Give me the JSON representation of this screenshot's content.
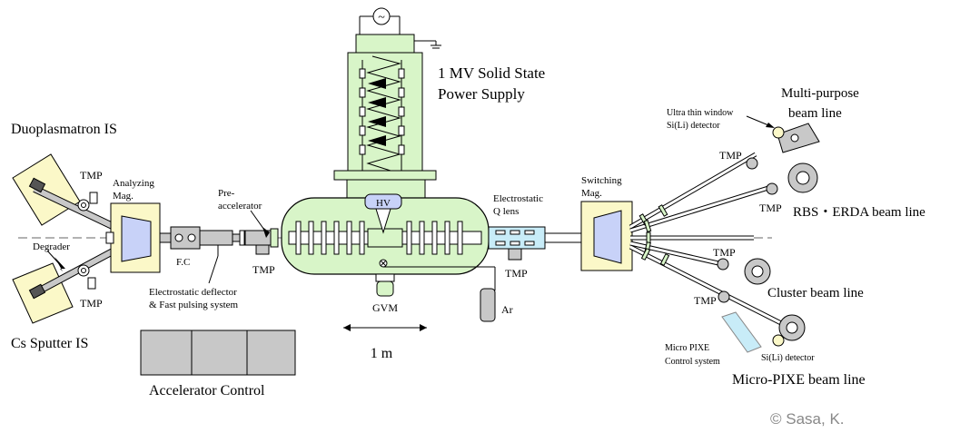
{
  "labels": {
    "power_supply_line1": "1 MV Solid State",
    "power_supply_line2": "Power Supply",
    "duoplasmatron": "Duoplasmatron IS",
    "cs_sputter": "Cs Sputter IS",
    "tmp": "TMP",
    "analyzing_line1": "Analyzing",
    "analyzing_line2": "Mag.",
    "degrader": "Degrader",
    "fc": "F.C",
    "preacc_line1": "Pre-",
    "preacc_line2": "accelerator",
    "deflector_line1": "Electrostatic deflector",
    "deflector_line2": "& Fast pulsing system",
    "hv": "HV",
    "gvm": "GVM",
    "ar": "Ar",
    "scale": "1 m",
    "esq_line1": "Electrostatic",
    "esq_line2": "Q lens",
    "switching_line1": "Switching",
    "switching_line2": "Mag.",
    "ultra_line1": "Ultra thin window",
    "ultra_line2": "Si(Li) detector",
    "multipurpose_line1": "Multi-purpose",
    "multipurpose_line2": "beam line",
    "rbs": "RBS・ERDA beam line",
    "cluster": "Cluster beam line",
    "micropixe_ctrl_line1": "Micro PIXE",
    "micropixe_ctrl_line2": "Control system",
    "sili": "Si(Li) detector",
    "micropixe": "Micro-PIXE beam line",
    "accelerator_control": "Accelerator Control",
    "copyright": "© Sasa, K.",
    "ac_symbol": "~"
  },
  "colors": {
    "green": "#d8f5c8",
    "yellow": "#fbf8c8",
    "blue": "#c8d2f8",
    "cyan": "#c8ecf8",
    "gray": "#c8c8c8",
    "tank_dark": "#555555"
  }
}
